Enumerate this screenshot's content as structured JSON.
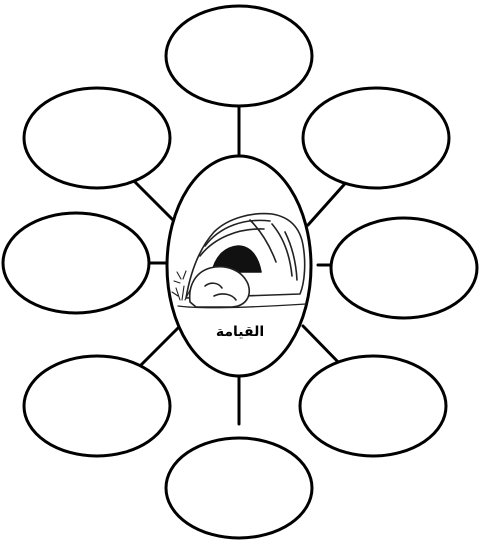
{
  "diagram": {
    "center_label": "القيامة",
    "center_image": "empty-tomb-illustration",
    "outer_bubble_count": 8,
    "stroke_color": "#000000",
    "fill_color": "#ffffff"
  }
}
